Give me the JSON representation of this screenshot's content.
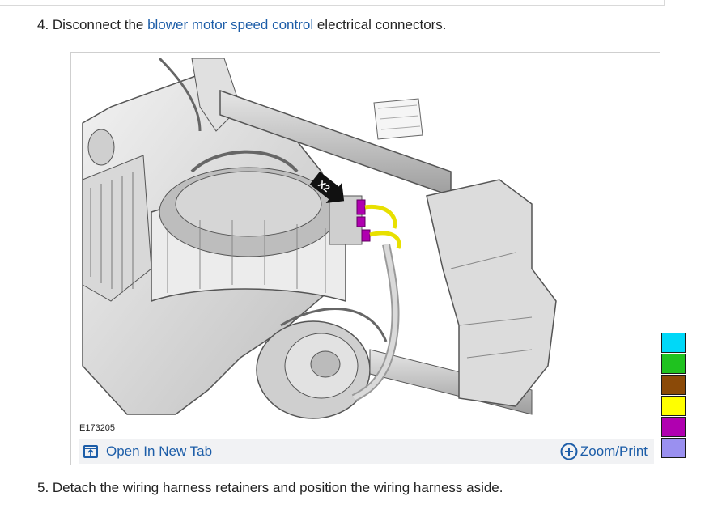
{
  "step4": {
    "prefix": "4. Disconnect the ",
    "link": "blower motor speed control",
    "suffix": " electrical connectors."
  },
  "figure": {
    "code": "E173205",
    "callout": "X2",
    "open_tab_label": "Open In New Tab",
    "zoom_label": "Zoom/Print"
  },
  "step5": {
    "text": "5. Detach the wiring harness retainers and position the wiring harness aside."
  },
  "swatch_colors": [
    "#00d8f8",
    "#1fc21f",
    "#8b4a08",
    "#ffff00",
    "#b000b0",
    "#9a90f0"
  ],
  "highlight_colors": {
    "connector": "#b000b0",
    "harness": "#e8e000"
  }
}
